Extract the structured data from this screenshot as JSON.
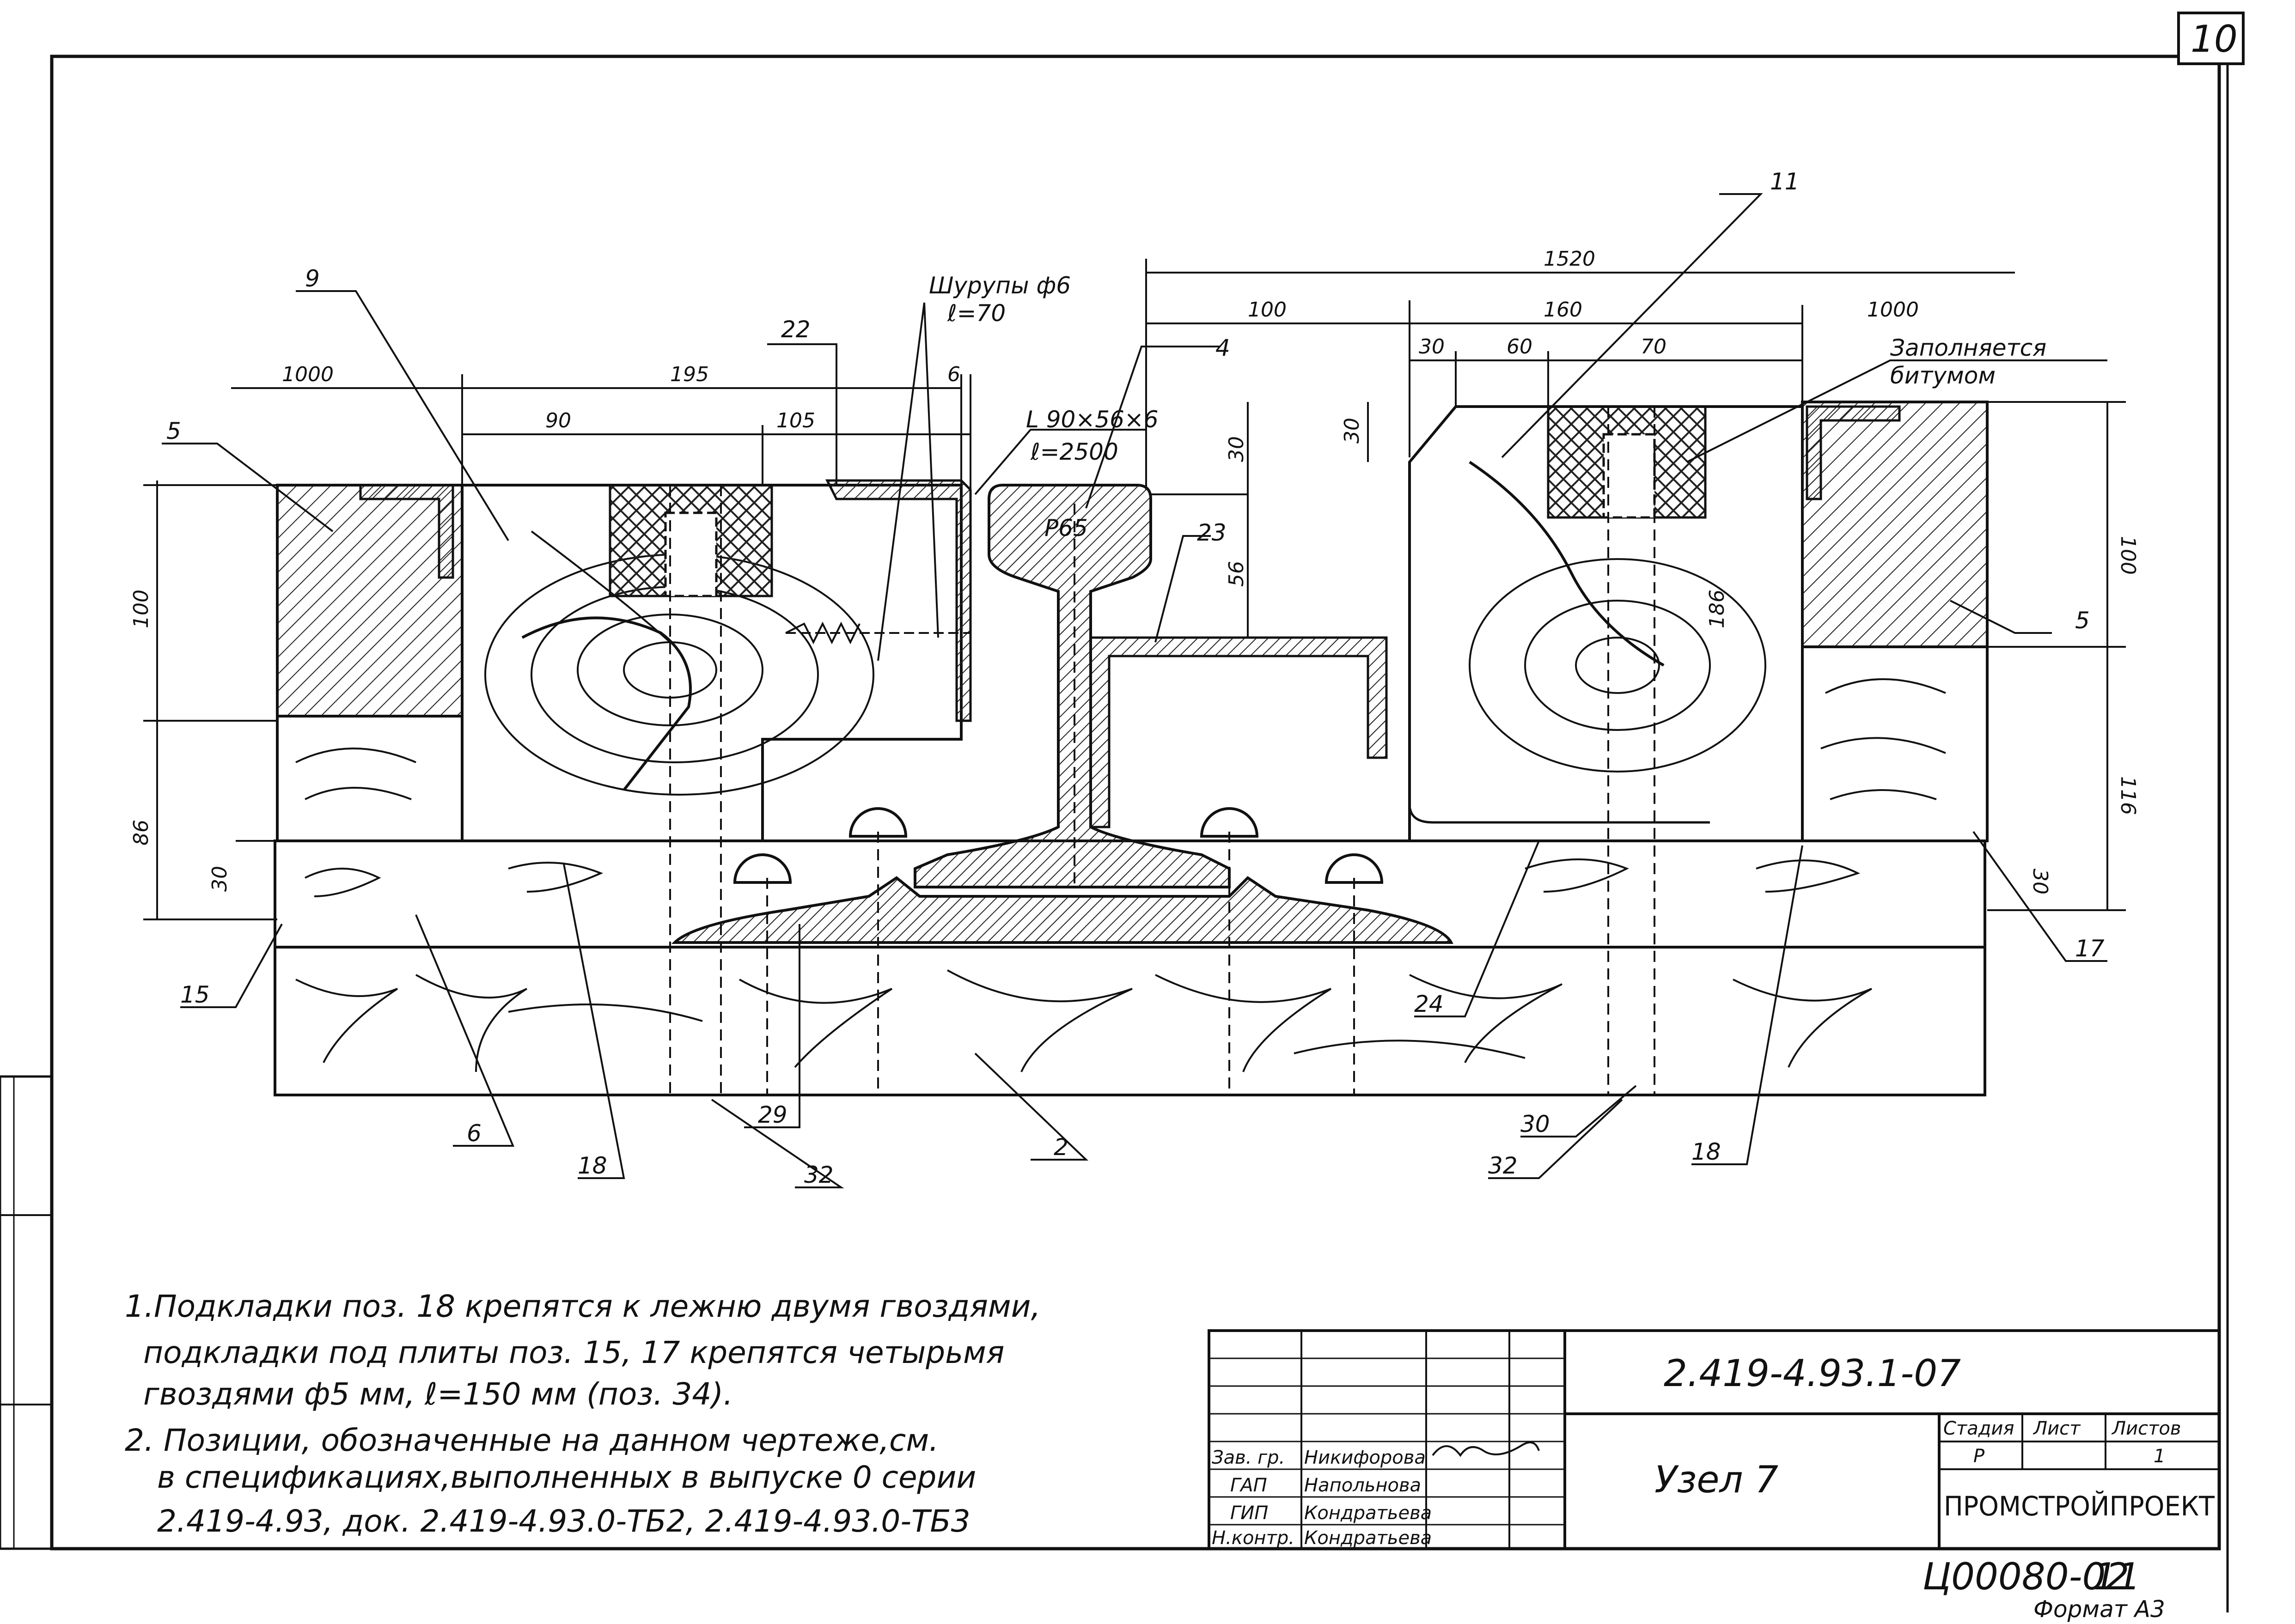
{
  "sheet": {
    "number": "10",
    "footer_code": "Ц00080-02",
    "footer_num": "11",
    "format": "Формат А3"
  },
  "dims": {
    "d1520": "1520",
    "d100a": "100",
    "d160": "160",
    "d1000r": "1000",
    "d30a": "30",
    "d60": "60",
    "d70": "70",
    "d1000l": "1000",
    "d195": "195",
    "d90": "90",
    "d105": "105",
    "d6": "6",
    "d30v": "30",
    "d56": "56",
    "d100l": "100",
    "d86": "86",
    "d30l": "30",
    "d100r": "100",
    "d116": "116",
    "d30r": "30",
    "d30s": "30",
    "d186": "186"
  },
  "labels": {
    "screws_1": "Шурупы ф6",
    "screws_2": "ℓ=70",
    "angle_1": "L 90×56×6",
    "angle_2": "ℓ=2500",
    "fill_1": "Заполняется",
    "fill_2": "битумом",
    "rail": "Р65",
    "p2": "2",
    "p4": "4",
    "p5l": "5",
    "p5r": "5",
    "p6": "6",
    "p9": "9",
    "p11": "11",
    "p15": "15",
    "p17": "17",
    "p18l": "18",
    "p18r": "18",
    "p22": "22",
    "p23": "23",
    "p24": "24",
    "p29": "29",
    "p30": "30",
    "p32l": "32",
    "p32r": "32"
  },
  "notes": [
    "1.Подкладки поз. 18 крепятся к лежню двумя гвоздями,",
    "подкладки под плиты поз. 15, 17 крепятся четырьмя",
    "гвоздями ф5 мм,  ℓ=150 мм (поз. 34).",
    "2. Позиции, обозначенные  на данном чертеже,см.",
    "в спецификациях,выполненных в выпуске 0 серии",
    "2.419-4.93,  док. 2.419-4.93.0-ТБ2,  2.419-4.93.0-ТБ3"
  ],
  "title_block": {
    "doc_code": "2.419-4.93.1-07",
    "title": "Узел 7",
    "stage_hdr": "Стадия",
    "sheet_hdr": "Лист",
    "sheets_hdr": "Листов",
    "stage": "Р",
    "sheet": "",
    "sheets": "1",
    "org": "ПРОМСТРОЙПРОЕКТ",
    "people": [
      {
        "role": "Зав. гр.",
        "name": "Никифорова"
      },
      {
        "role": "ГАП",
        "name": "Напольнова"
      },
      {
        "role": "ГИП",
        "name": "Кондратьева"
      },
      {
        "role": "Н.контр.",
        "name": "Кондратьева"
      }
    ]
  }
}
